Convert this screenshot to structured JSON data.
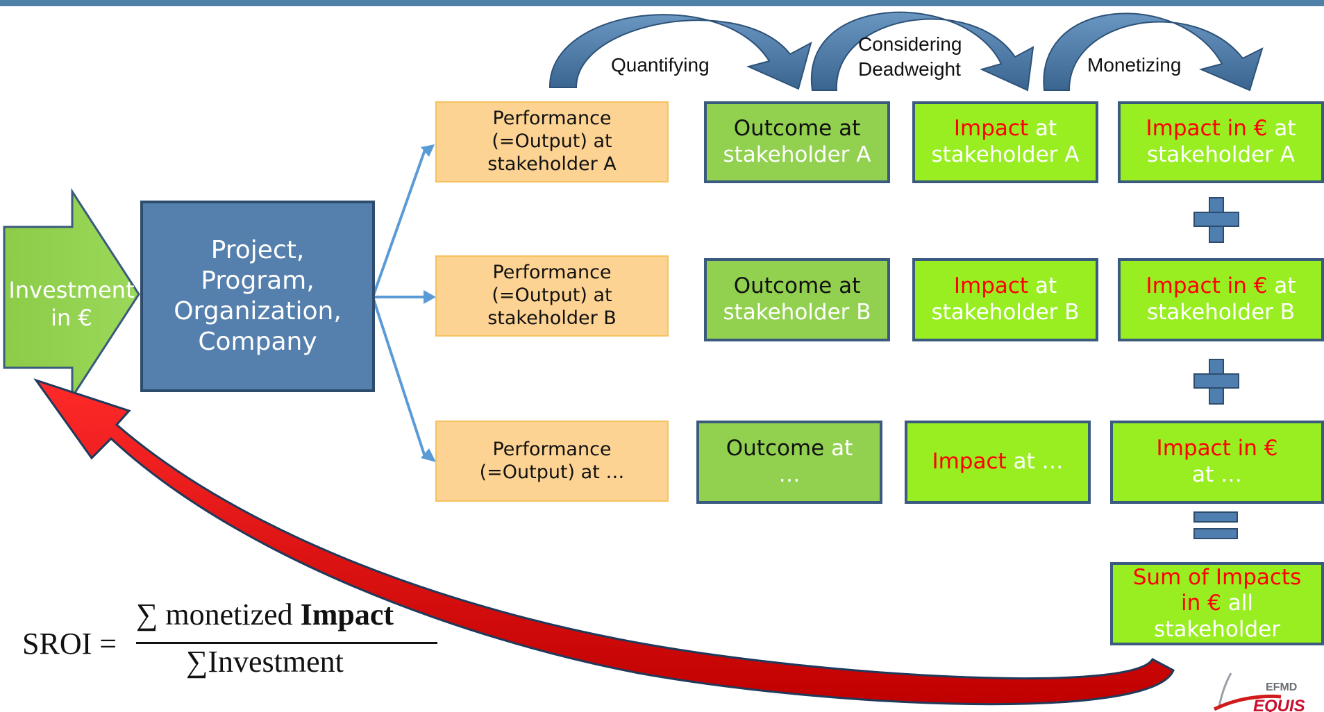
{
  "header": {
    "bar_color": "#4f81a8"
  },
  "steps": {
    "quantifying": "Quantifying",
    "deadweight_line1": "Considering",
    "deadweight_line2": "Deadweight",
    "monetizing": "Monetizing"
  },
  "investment": {
    "line1": "Investment",
    "line2": "in €"
  },
  "project": {
    "line1": "Project,",
    "line2": "Program,",
    "line3": "Organization,",
    "line4": "Company"
  },
  "performance": [
    {
      "line1": "Performance",
      "line2": "(=Output) at",
      "line3": "stakeholder A"
    },
    {
      "line1": "Performance",
      "line2": "(=Output) at",
      "line3": "stakeholder B"
    },
    {
      "line1": "Performance",
      "line2": "(=Output) at …"
    }
  ],
  "outcome": [
    {
      "line1": "Outcome at",
      "line2": "stakeholder A"
    },
    {
      "line1": "Outcome at",
      "line2": "stakeholder B"
    },
    {
      "line1a": "Outcome",
      "line1b": "at",
      "line2": "…"
    }
  ],
  "impact": [
    {
      "red": "Impact",
      "white": "at",
      "line2": "stakeholder A"
    },
    {
      "red": "Impact",
      "white": "at",
      "line2": "stakeholder B"
    },
    {
      "red": "Impact",
      "white": "at …"
    }
  ],
  "impact_eur": [
    {
      "red": "Impact in €",
      "white": "at",
      "line2": "stakeholder A"
    },
    {
      "red": "Impact in €",
      "white": "at",
      "line2": "stakeholder B"
    },
    {
      "red": "Impact in €",
      "line2": "at   …"
    }
  ],
  "sum": {
    "line1": "Sum of Impacts",
    "line2_red": "in €",
    "line2_white": "all",
    "line3": "stakeholder"
  },
  "formula": {
    "lhs": "SROI =",
    "numerator_a": "∑ monetized",
    "numerator_b": "Impact",
    "denominator": "∑Investment"
  },
  "logo": {
    "top": "EFMD",
    "bottom": "EQUIS"
  },
  "colors": {
    "blue": "#5580ad",
    "orange": "#fdd393",
    "green": "#92d050",
    "lime": "#99ee22",
    "red_arrow": "#e01010",
    "curved_arrow": "#4a76a3"
  }
}
